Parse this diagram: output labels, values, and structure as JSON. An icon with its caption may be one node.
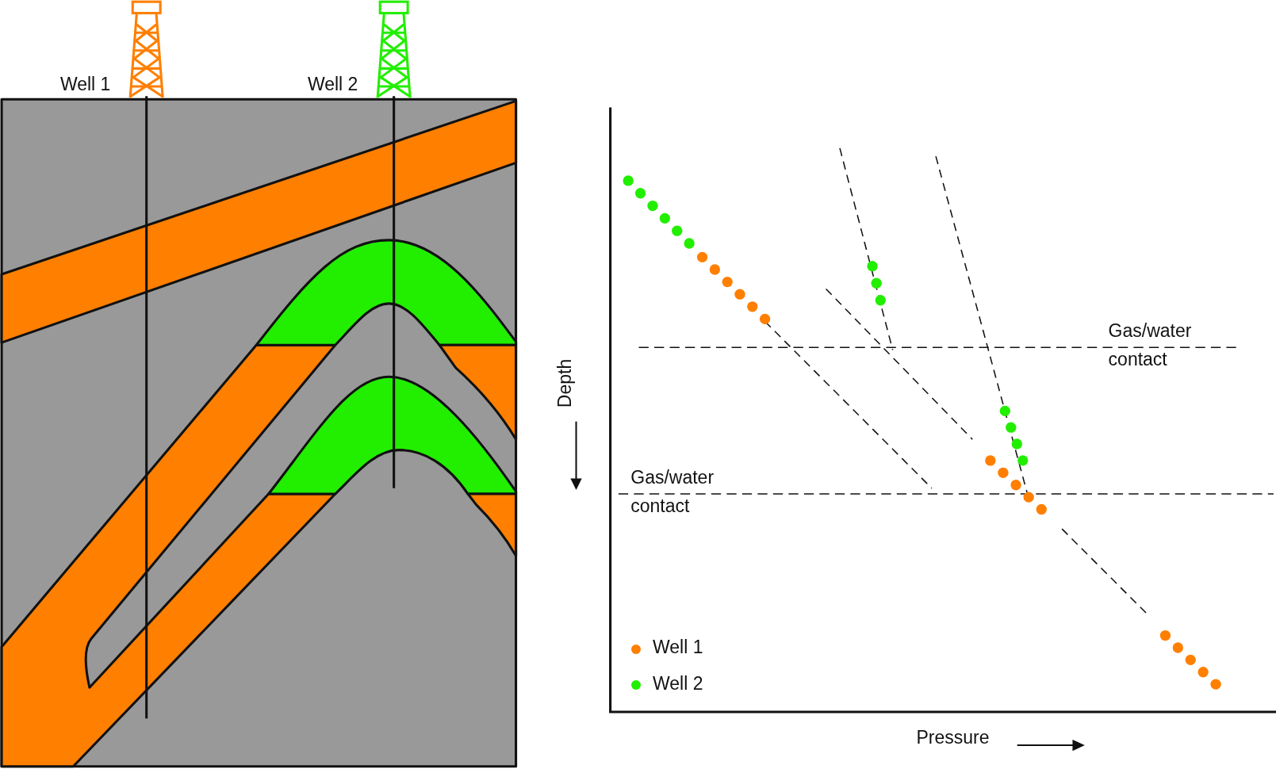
{
  "diagram": {
    "labels": [
      "Well 1",
      "Well 2",
      "Depth",
      "Gas/water contact",
      "Gas/water contact",
      "Pressure"
    ],
    "legend": [
      {
        "text": "Well 1",
        "color": "#ff7f00"
      },
      {
        "text": "Well 2",
        "color": "#22ee00"
      }
    ]
  }
}
